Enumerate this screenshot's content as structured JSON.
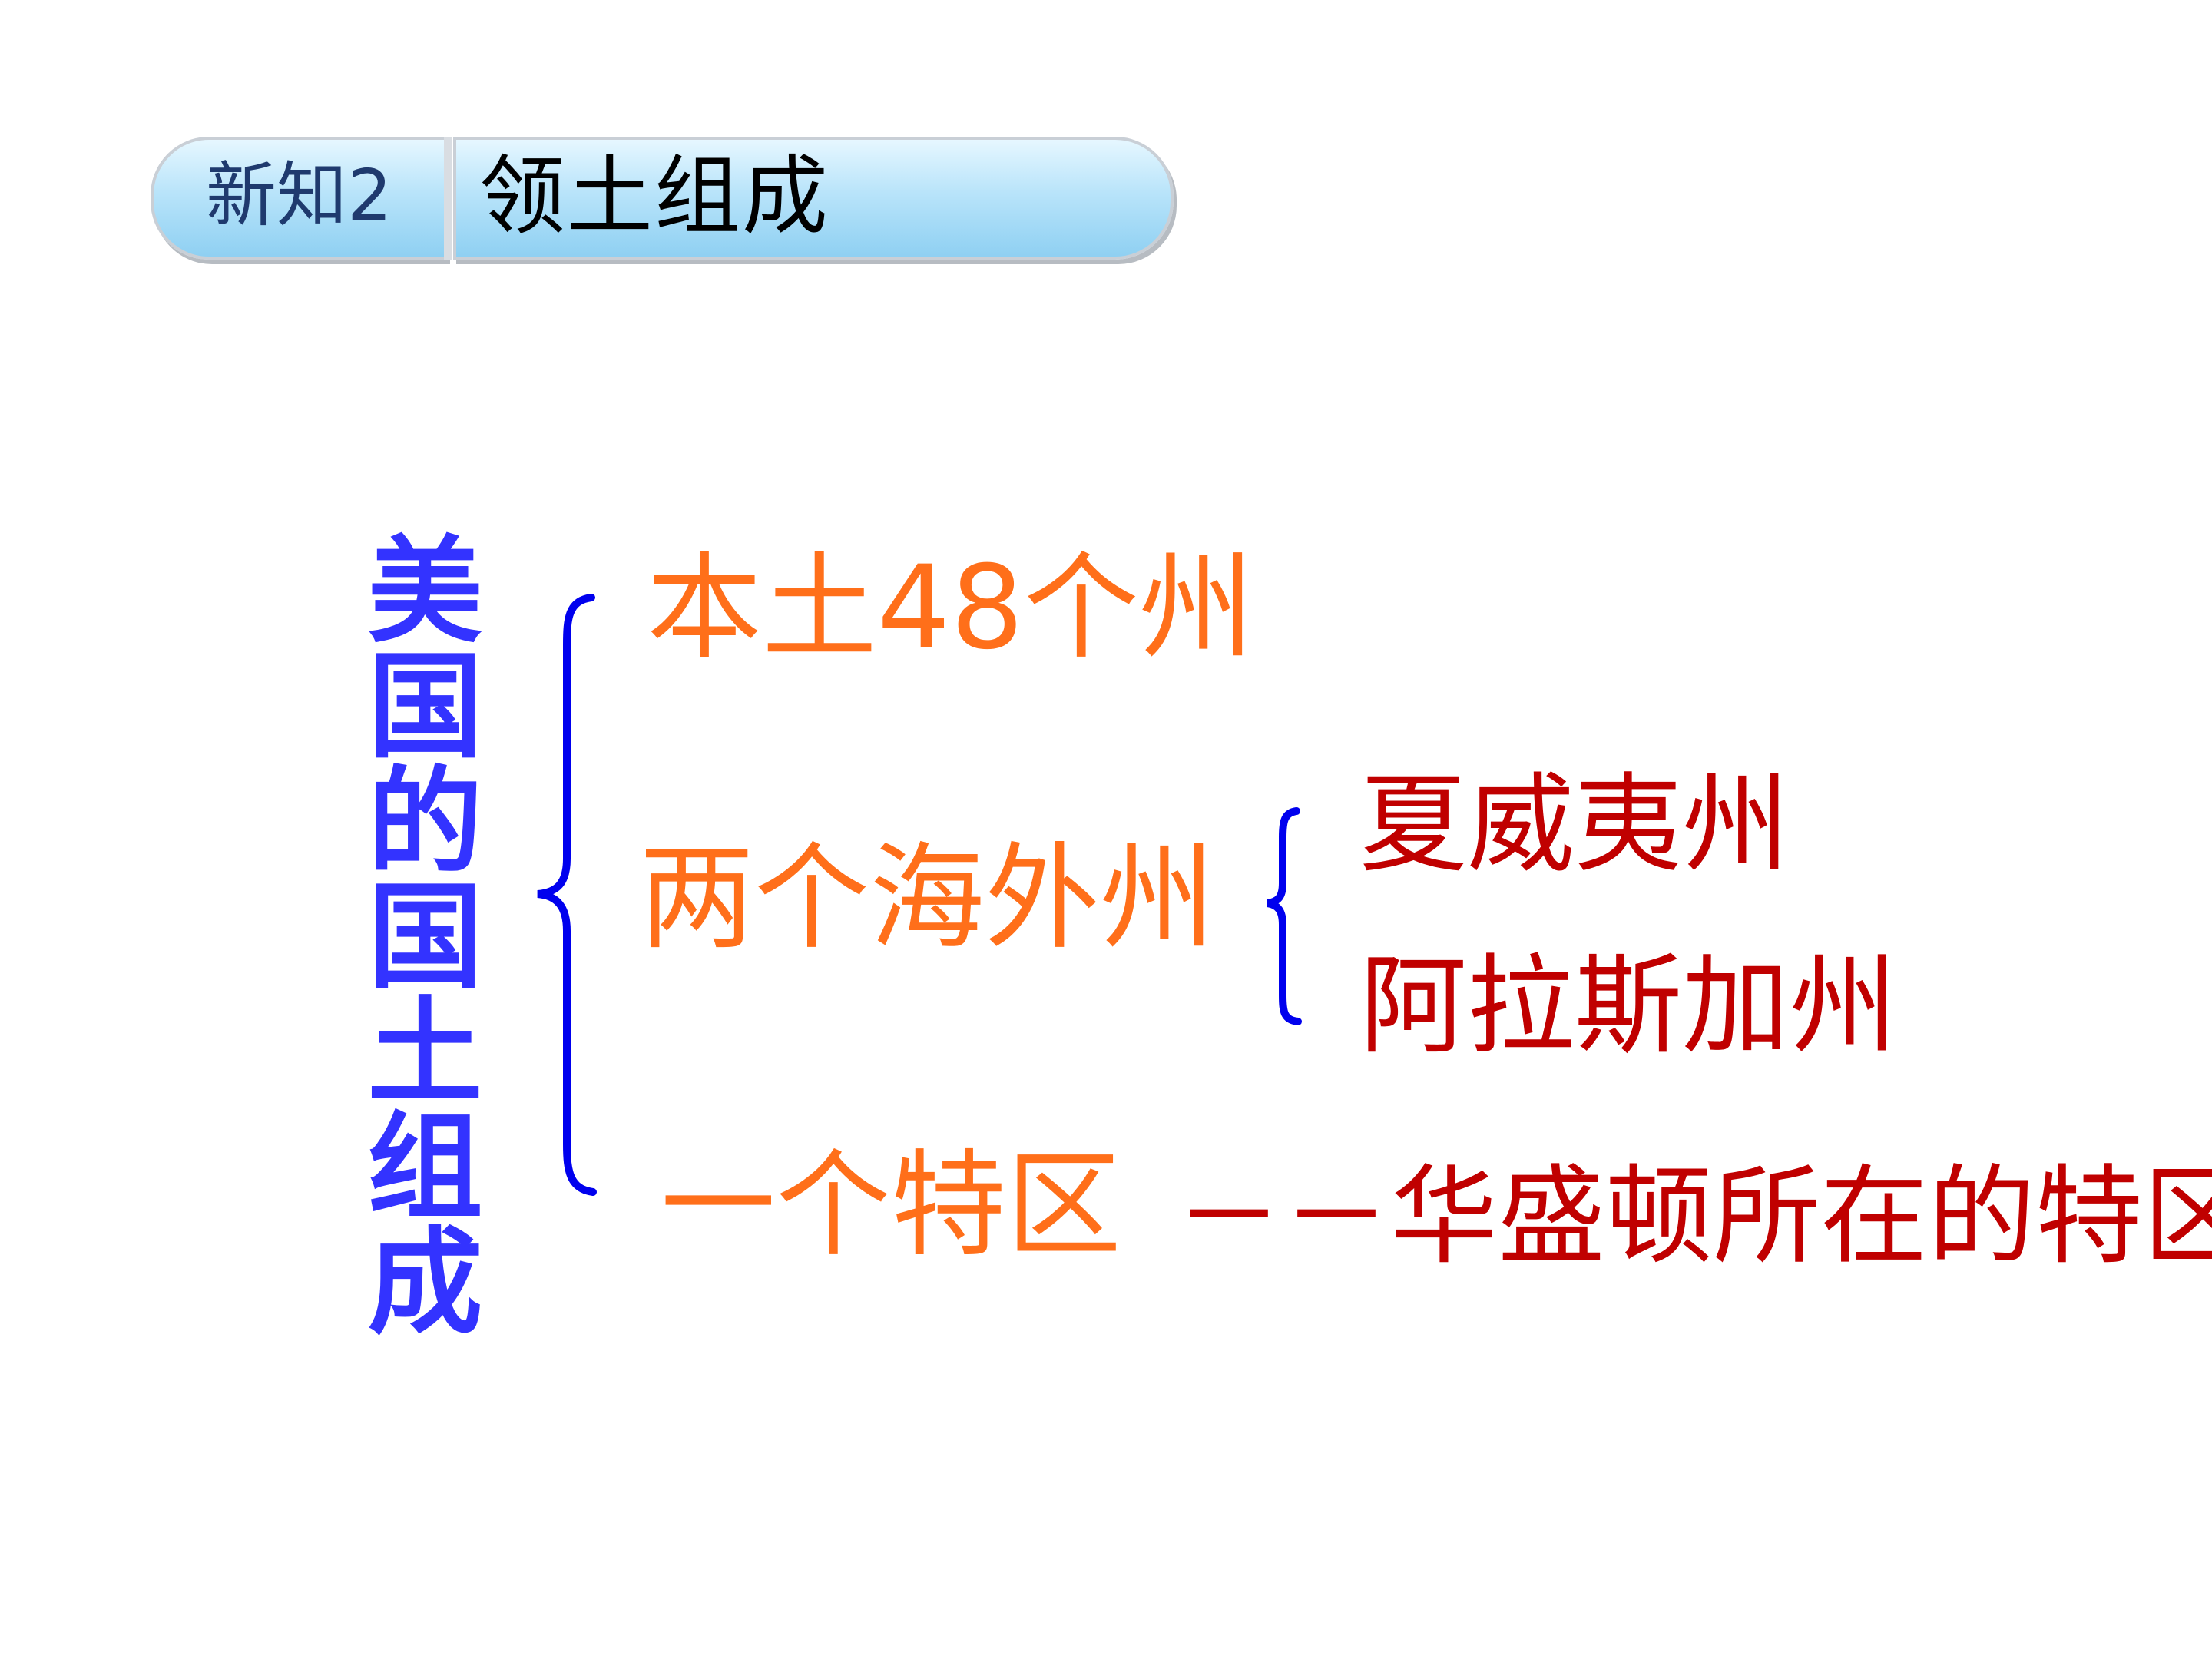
{
  "header": {
    "tag": "新知2",
    "title": "领土组成"
  },
  "diagram": {
    "root": "美国的国土组成",
    "branches": {
      "mainland": "本土48个州",
      "overseas": "两个海外州",
      "district": "一个特区"
    },
    "overseas_children": {
      "hawaii": "夏威夷州",
      "alaska": "阿拉斯加州"
    },
    "district_note": "－－华盛顿所在的特区"
  },
  "colors": {
    "root": "#3333ff",
    "branch": "#ff6f1a",
    "leaf": "#c00000",
    "bracket": "#0000ee"
  }
}
